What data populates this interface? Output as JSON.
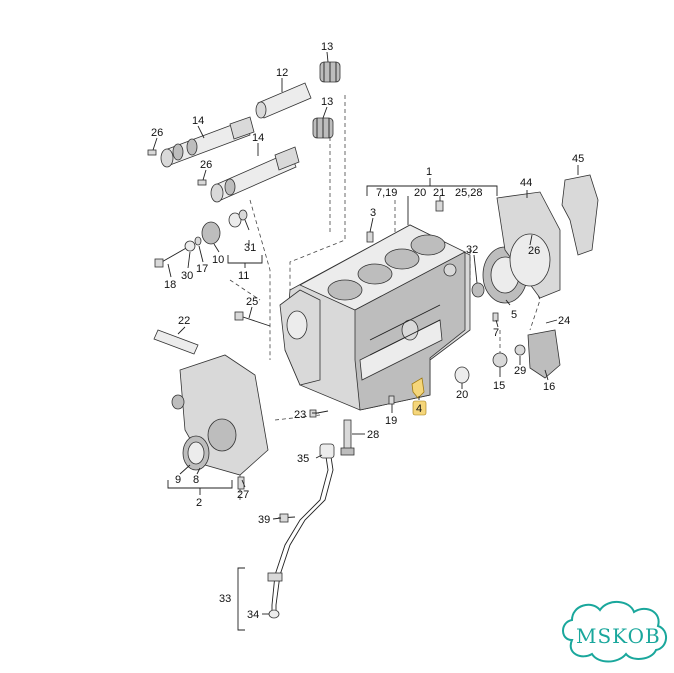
{
  "diagram": {
    "labels": {
      "l1": "1",
      "l2": "2",
      "l3": "3",
      "l4": "4",
      "l5": "5",
      "l7": "7",
      "l8": "8",
      "l9": "9",
      "l10": "10",
      "l11": "11",
      "l12": "12",
      "l13a": "13",
      "l13b": "13",
      "l14a": "14",
      "l14b": "14",
      "l15": "15",
      "l16": "16",
      "l17": "17",
      "l18": "18",
      "l19": "19",
      "l20": "20",
      "l21": "21",
      "l22": "22",
      "l23": "23",
      "l24": "24",
      "l25": "25",
      "l26a": "26",
      "l26b": "26",
      "l26c": "26",
      "l27": "27",
      "l28": "28",
      "l29": "29",
      "l30": "30",
      "l31": "31",
      "l32": "32",
      "l33": "33",
      "l34": "34",
      "l35": "35",
      "l39": "39",
      "l44": "44",
      "l45": "45",
      "h1a": "7,19",
      "h1b": "20",
      "h1c": "21",
      "h1d": "25,28"
    },
    "highlighted_part": "4",
    "highlight_color": "#f5d67a"
  },
  "watermark": {
    "text": "MSKOB",
    "color": "#1aa79c"
  }
}
